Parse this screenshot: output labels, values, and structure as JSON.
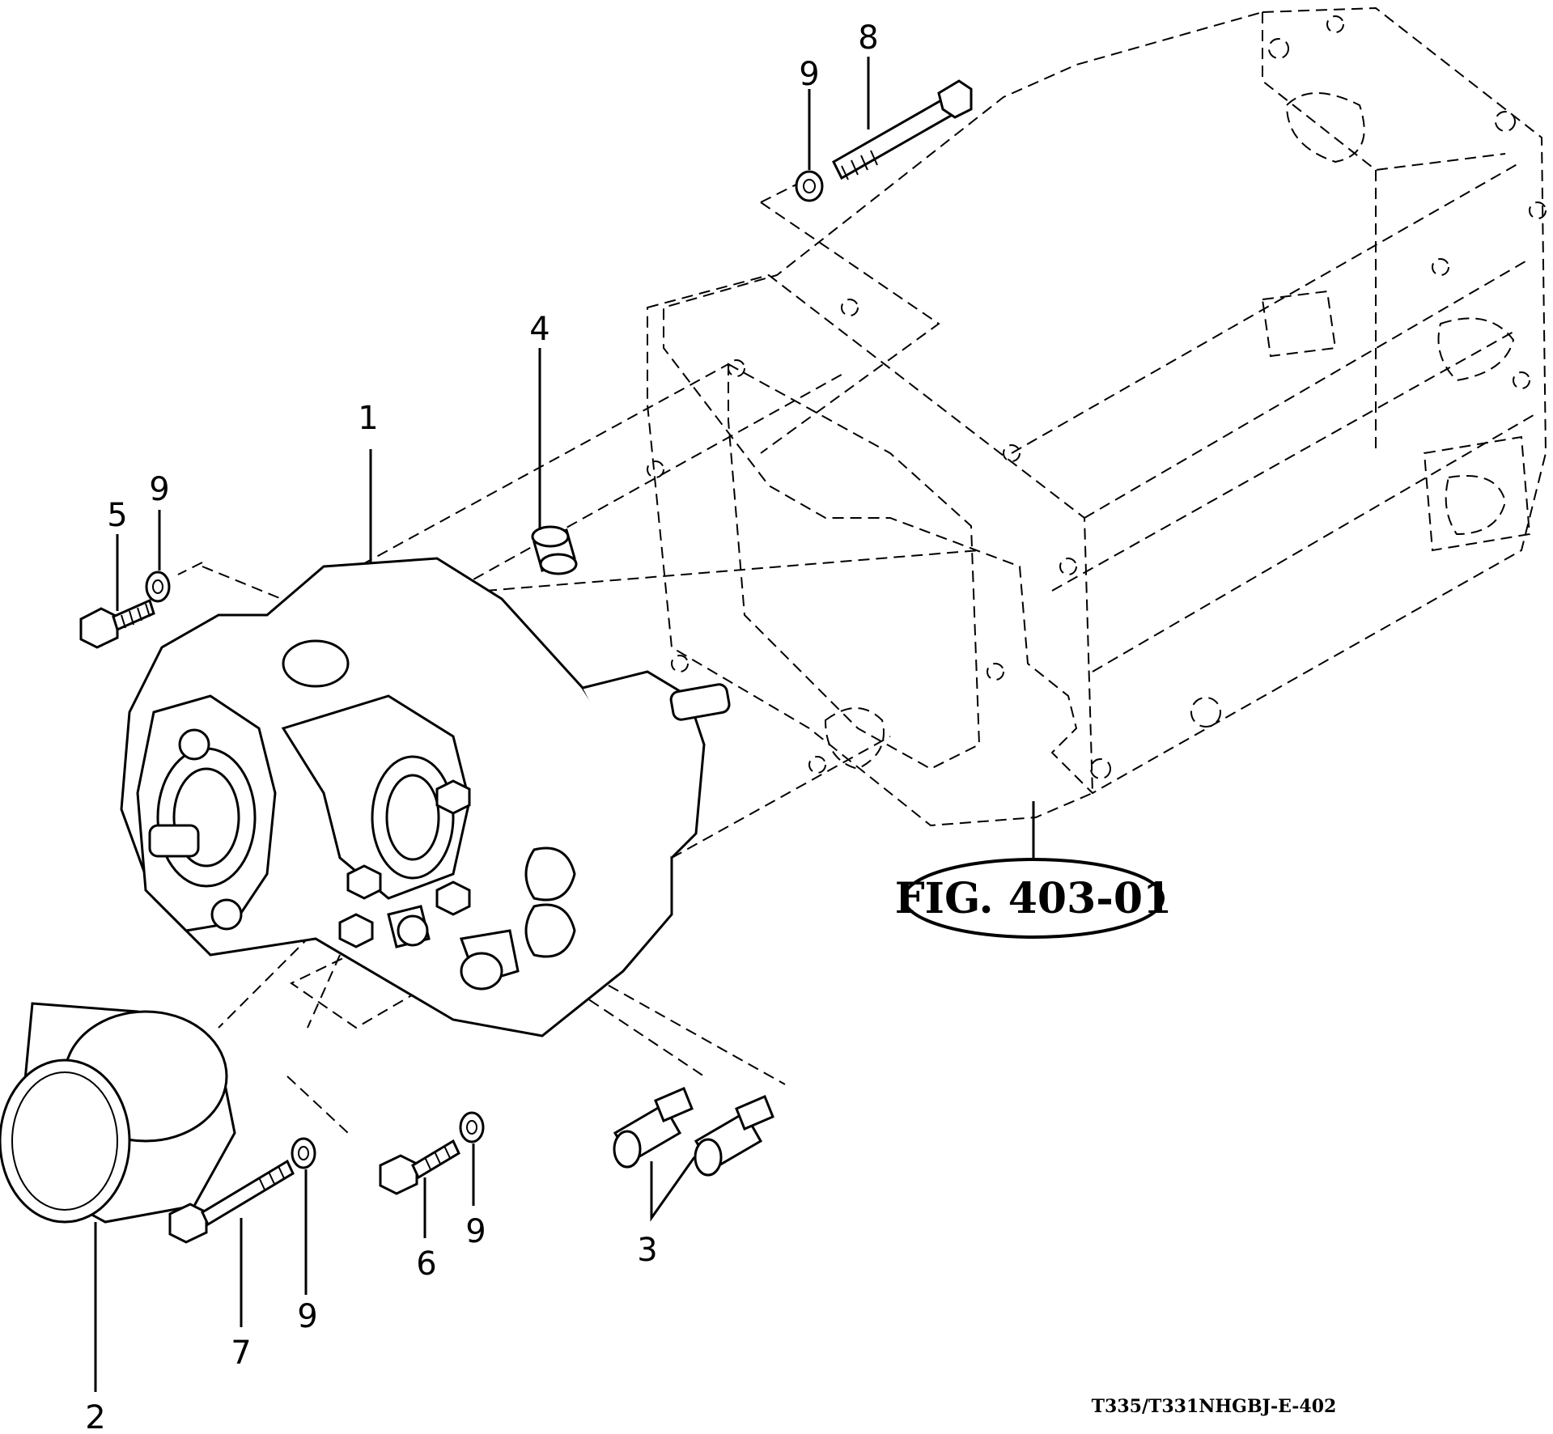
{
  "diagram": {
    "figure_reference": "FIG. 403-01",
    "drawing_code": "T335/T331NHGBJ-E-402",
    "callouts": [
      {
        "id": "c1",
        "text": "1"
      },
      {
        "id": "c2",
        "text": "2"
      },
      {
        "id": "c3",
        "text": "3"
      },
      {
        "id": "c4",
        "text": "4"
      },
      {
        "id": "c5",
        "text": "5"
      },
      {
        "id": "c6",
        "text": "6"
      },
      {
        "id": "c7",
        "text": "7"
      },
      {
        "id": "c8",
        "text": "8"
      },
      {
        "id": "c9a",
        "text": "9"
      },
      {
        "id": "c9b",
        "text": "9"
      },
      {
        "id": "c9c",
        "text": "9"
      },
      {
        "id": "c9d",
        "text": "9"
      }
    ]
  }
}
